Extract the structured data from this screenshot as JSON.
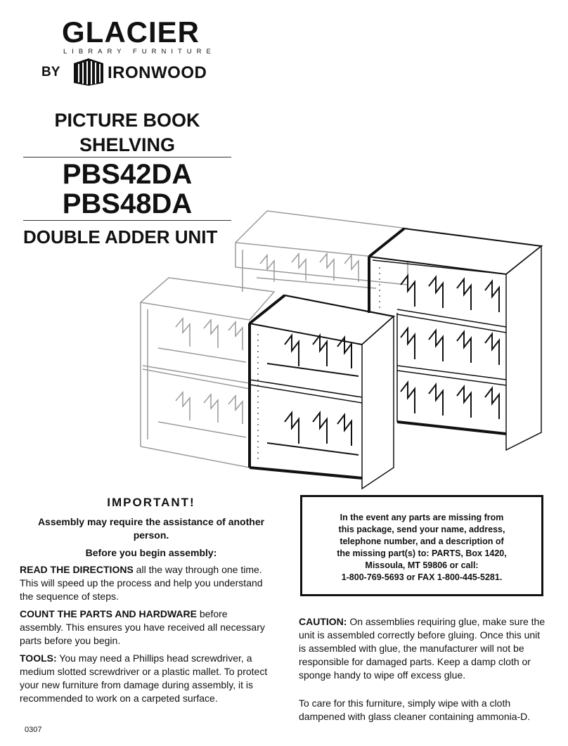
{
  "logo": {
    "brand": "GLACIER",
    "sub": "LIBRARY FURNITURE",
    "by": "BY",
    "maker": "IRONWOOD"
  },
  "title": {
    "line1": "PICTURE BOOK",
    "line2": "SHELVING",
    "model1": "PBS42DA",
    "model2": "PBS48DA",
    "subtitle": "DOUBLE ADDER UNIT"
  },
  "important": {
    "heading": "IMPORTANT!",
    "assist": "Assembly may require the assistance of another person.",
    "before": "Before you begin assembly:",
    "read_lead": "READ THE DIRECTIONS",
    "read_text": " all the way through one time. This will speed up the process and help you understand the sequence of steps.",
    "count_lead": "COUNT THE PARTS AND HARDWARE",
    "count_text": " before assembly. This ensures you have received all necessary parts before you begin.",
    "tools_lead": "TOOLS:",
    "tools_text": " You may need a Phillips head screwdriver, a medium slotted screwdriver or a plastic mallet. To protect your new furniture from damage during assembly, it is recommended to work on a carpeted surface."
  },
  "parts": {
    "l1": "In the event any parts are missing from",
    "l2": "this package, send your name, address,",
    "l3": "telephone number, and a description of",
    "l4": "the missing part(s) to: PARTS, Box 1420,",
    "l5": "Missoula, MT 59806 or call:",
    "l6": "1-800-769-5693 or FAX 1-800-445-5281."
  },
  "caution": {
    "lead": "CAUTION:",
    "text": " On assemblies requiring glue, make sure the unit is assembled correctly before gluing. Once this unit is assembled with glue, the manufacturer will not be responsible for damaged parts. Keep a damp cloth or sponge handy to wipe off excess glue."
  },
  "care": "To care for this furniture, simply wipe with a cloth dampened with glass cleaner containing ammonia-D.",
  "footer_code": "0307",
  "colors": {
    "ink": "#111111",
    "ghost": "#9a9a9a"
  }
}
